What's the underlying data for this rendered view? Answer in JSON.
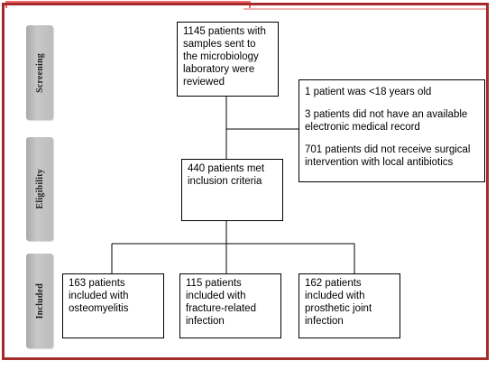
{
  "stages": {
    "screening": "Screening",
    "eligibility": "Eligibility",
    "included": "Included"
  },
  "screening_box": {
    "lines": [
      "1145 patients with",
      "samples sent to",
      "the microbiology",
      "laboratory were",
      "reviewed"
    ]
  },
  "exclusion_box": {
    "items": [
      {
        "lines": [
          "1 patient was <18 years old"
        ]
      },
      {
        "lines": [
          "3 patients did not have an available",
          "electronic medical record"
        ]
      },
      {
        "lines": [
          "701 patients did not receive surgical",
          "intervention with local antibiotics"
        ]
      }
    ]
  },
  "eligibility_box": {
    "lines": [
      "440 patients met",
      "inclusion criteria"
    ]
  },
  "included_boxes": [
    {
      "name": "osteomyelitis",
      "lines": [
        "163 patients",
        "included with",
        "osteomyelitis"
      ]
    },
    {
      "name": "fracture-related-infection",
      "lines": [
        "115 patients",
        "included with",
        "fracture-related",
        "infection"
      ]
    },
    {
      "name": "prosthetic-joint-infection",
      "lines": [
        "162 patients",
        "included with",
        "prosthetic joint",
        "infection"
      ]
    }
  ]
}
